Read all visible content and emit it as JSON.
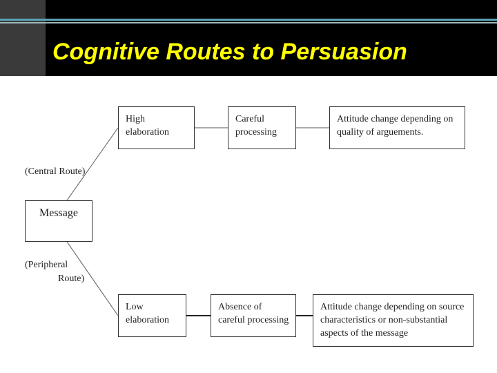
{
  "slide": {
    "title": "Cognitive Routes to Persuasion"
  },
  "diagram": {
    "message": "Message",
    "central_route_label": "(Central Route)",
    "peripheral_route_label_line1": "(Peripheral",
    "peripheral_route_label_line2": "Route)",
    "top_row": {
      "box1": [
        "High",
        "elaboration"
      ],
      "box2": [
        "Careful",
        "processing"
      ],
      "box3": [
        "Attitude change depending on",
        "quality of arguements."
      ]
    },
    "bottom_row": {
      "box1": [
        "Low",
        "elaboration"
      ],
      "box2": [
        "Absence of",
        "careful processing"
      ],
      "box3": [
        "Attitude change depending on source",
        "characteristics or non-substantial",
        "aspects of the message"
      ]
    }
  },
  "colors": {
    "title_text": "#ffff00",
    "header_background": "#000000",
    "header_stripe": "#5aa6b4"
  }
}
